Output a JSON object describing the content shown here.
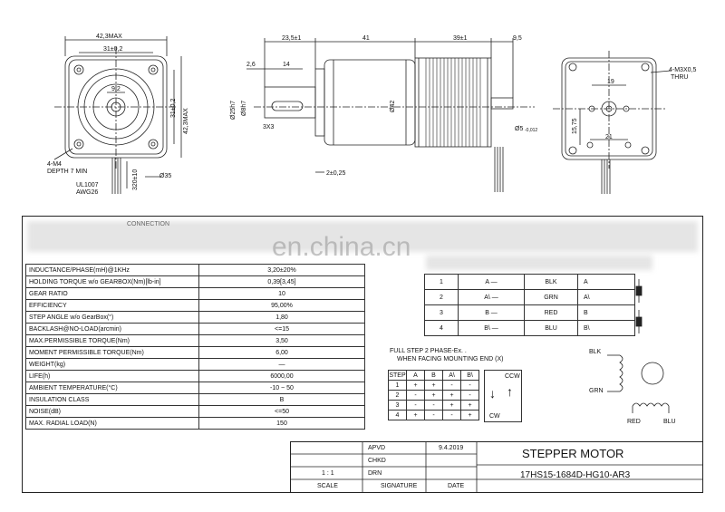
{
  "drawing": {
    "front": {
      "overall": "42,3MAX",
      "bolt_spacing": "31±0,2",
      "center": "9,2",
      "bolt_spacing_v": "31±0,2",
      "overall_v": "42,3MAX",
      "holes": "4-M4",
      "depth": "DEPTH 7 MIN",
      "pilot": "Ø35",
      "lead_length": "320±10",
      "cable": "UL1007",
      "awg": "AWG26"
    },
    "side": {
      "flange": "23,5±1",
      "gearbox": "41",
      "motor": "39±1",
      "rear_shaft": "9,5",
      "flat_offset": "2,6",
      "flat_length": "14",
      "shaft_dia": "Ø25h7",
      "shaft_dia2": "Ø8h7",
      "key": "3X3",
      "body_dia": "Ø42",
      "flange_thk": "2±0,25",
      "rear_dia": "Ø5",
      "rear_tol": "-0,012"
    },
    "rear": {
      "holes": "4-M3X0,5",
      "thru": "THRU",
      "h_spacing": "19",
      "v_spacing": "15,75",
      "h_spacing2": "21"
    }
  },
  "spec_table": {
    "header": "CONNECTION",
    "rows": [
      {
        "name": "INDUCTANCE/PHASE(mH)@1KHz",
        "value": "3,20±20%"
      },
      {
        "name": "HOLDING TORQUE w/o GEARBOX(Nm)[lb-in]",
        "value": "0,39[3,45]"
      },
      {
        "name": "GEAR RATIO",
        "value": "10"
      },
      {
        "name": "EFFICIENCY",
        "value": "95,00%"
      },
      {
        "name": "STEP ANGLE w/o GearBox(°)",
        "value": "1,80"
      },
      {
        "name": "BACKLASH@NO-LOAD(arcmin)",
        "value": "<=15"
      },
      {
        "name": "MAX.PERMISSIBLE TORQUE(Nm)",
        "value": "3,50"
      },
      {
        "name": "MOMENT PERMISSIBLE TORQUE(Nm)",
        "value": "6,00"
      },
      {
        "name": "WEIGHT(kg)",
        "value": "—"
      },
      {
        "name": "LIFE(h)",
        "value": "6000,00"
      },
      {
        "name": "AMBIENT TEMPERATURE(°C)",
        "value": "-10 ~ 50"
      },
      {
        "name": "INSULATION CLASS",
        "value": "B"
      },
      {
        "name": "NOISE(dB)",
        "value": "<=50"
      },
      {
        "name": "MAX. RADIAL LOAD(N)",
        "value": "150"
      }
    ]
  },
  "wiring_table": {
    "rows": [
      {
        "no": "1",
        "pin": "A —",
        "lead": "BLK",
        "coil": "A"
      },
      {
        "no": "2",
        "pin": "A\\ —",
        "lead": "GRN",
        "coil": "A\\"
      },
      {
        "no": "3",
        "pin": "B —",
        "lead": "RED",
        "coil": "B"
      },
      {
        "no": "4",
        "pin": "B\\ —",
        "lead": "BLU",
        "coil": "B\\"
      }
    ]
  },
  "sequence": {
    "title1": "FULL STEP  2 PHASE-Ex. .",
    "title2": "WHEN FACING MOUNTING END (X)",
    "headers": [
      "STEP",
      "A",
      "B",
      "A\\",
      "B\\"
    ],
    "rows": [
      [
        "1",
        "+",
        "+",
        "-",
        "-"
      ],
      [
        "2",
        "-",
        "+",
        "+",
        "-"
      ],
      [
        "3",
        "-",
        "-",
        "+",
        "+"
      ],
      [
        "4",
        "+",
        "-",
        "-",
        "+"
      ]
    ],
    "cw": "CW",
    "ccw": "CCW"
  },
  "schematic": {
    "blk": "BLK",
    "grn": "GRN",
    "red": "RED",
    "blu": "BLU"
  },
  "title_block": {
    "apvd": "APVD",
    "chkd": "CHKD",
    "drn": "DRN",
    "date_val": "9.4.2019",
    "scale_val": "1 : 1",
    "scale": "SCALE",
    "signature": "SIGNATURE",
    "date": "DATE",
    "title": "STEPPER MOTOR",
    "part": "17HS15-1684D-HG10-AR3"
  },
  "watermark": "en.china.cn"
}
